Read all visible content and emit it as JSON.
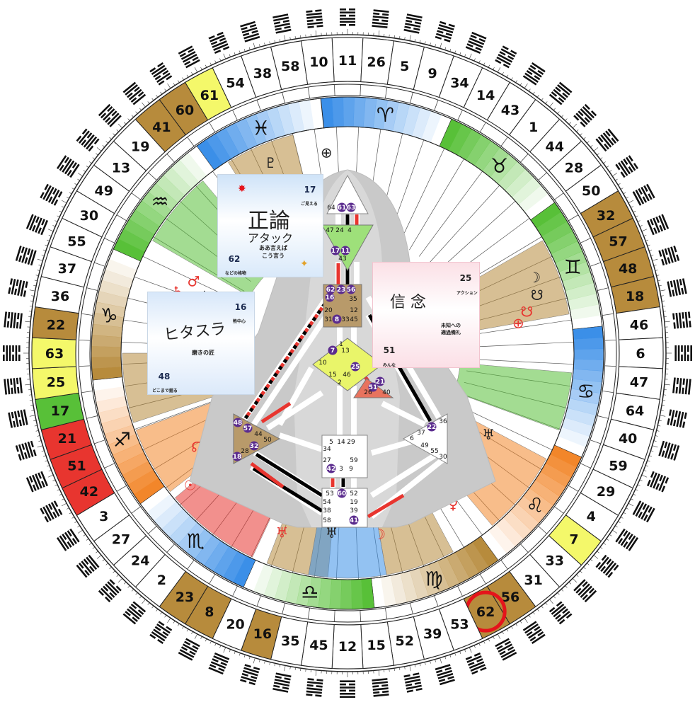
{
  "colors": {
    "tan": "#b78b3c",
    "tan_light": "#efe2c4",
    "green": "#58c038",
    "green_light": "#dff3c8",
    "blue": "#3b8fe8",
    "blue_light": "#d6e8fb",
    "orange": "#f2862a",
    "orange_light": "#fde2c5",
    "yellow": "#f4f86a",
    "red": "#e8352f",
    "salmon": "#e8735e",
    "highlight": "#e5141b",
    "purple": "#5b2c8e",
    "bodygraph": "#c9c9c9"
  },
  "outer_gates": [
    "11",
    "26",
    "5",
    "9",
    "34",
    "14",
    "43",
    "1",
    "44",
    "28",
    "50",
    "32",
    "57",
    "48",
    "18",
    "46",
    "6",
    "47",
    "64",
    "40",
    "59",
    "29",
    "4",
    "7",
    "33",
    "31",
    "56",
    "62",
    "53",
    "39",
    "52",
    "15",
    "12",
    "45",
    "35",
    "16",
    "20",
    "8",
    "23",
    "2",
    "24",
    "27",
    "3",
    "42",
    "51",
    "21",
    "17",
    "25",
    "63",
    "22",
    "36",
    "37",
    "55",
    "30",
    "49",
    "13",
    "19",
    "41",
    "60",
    "61",
    "54",
    "38",
    "58",
    "10"
  ],
  "gate_fill": {
    "32": "tan",
    "57": "tan",
    "48": "tan",
    "18": "tan",
    "7": "yellow",
    "56": "tan",
    "62": "tan",
    "16": "tan",
    "8": "tan",
    "23": "tan",
    "42": "red",
    "51": "red",
    "21": "red",
    "17": "green",
    "25": "yellow",
    "22": "tan",
    "63": "yellow",
    "41": "tan",
    "60": "tan",
    "61": "yellow"
  },
  "highlight_gate": "62",
  "zodiac": [
    {
      "glyph": "♈",
      "color": "blue"
    },
    {
      "glyph": "♉",
      "color": "green"
    },
    {
      "glyph": "♊",
      "color": "green"
    },
    {
      "glyph": "♋",
      "color": "blue"
    },
    {
      "glyph": "♌",
      "color": "orange"
    },
    {
      "glyph": "♍",
      "color": "tan"
    },
    {
      "glyph": "♎",
      "color": "green"
    },
    {
      "glyph": "♏",
      "color": "blue"
    },
    {
      "glyph": "♐",
      "color": "orange"
    },
    {
      "glyph": "♑",
      "color": "tan"
    },
    {
      "glyph": "♒",
      "color": "green"
    },
    {
      "glyph": "♓",
      "color": "blue"
    }
  ],
  "planet_glyphs": [
    {
      "glyph": "♇",
      "red": false
    },
    {
      "glyph": "♇",
      "red": true
    },
    {
      "glyph": "⊕",
      "red": false
    },
    {
      "glyph": "♂",
      "red": true
    },
    {
      "glyph": "♄",
      "red": true
    },
    {
      "glyph": "♄",
      "red": false
    },
    {
      "glyph": "♆",
      "red": false
    },
    {
      "glyph": "♆",
      "red": true
    },
    {
      "glyph": "♀",
      "red": true
    },
    {
      "glyph": "☊",
      "red": false
    },
    {
      "glyph": "☊",
      "red": true
    },
    {
      "glyph": "☉",
      "red": true
    },
    {
      "glyph": "☿",
      "red": true
    },
    {
      "glyph": "♅",
      "red": true
    },
    {
      "glyph": "♃",
      "red": true
    },
    {
      "glyph": "♂",
      "red": false
    },
    {
      "glyph": "♅",
      "red": false
    },
    {
      "glyph": "☽",
      "red": true
    },
    {
      "glyph": "♃",
      "red": false
    },
    {
      "glyph": "☉",
      "red": false
    },
    {
      "glyph": "♀",
      "red": true
    },
    {
      "glyph": "♅",
      "red": false
    },
    {
      "glyph": "⊕",
      "red": true
    },
    {
      "glyph": "☋",
      "red": true
    },
    {
      "glyph": "☋",
      "red": false
    },
    {
      "glyph": "☽",
      "red": false
    }
  ],
  "bodygraph": {
    "head": {
      "gates": [
        "64",
        "61",
        "63"
      ]
    },
    "ajna": {
      "gates": [
        "47",
        "24",
        "4",
        "17",
        "11",
        "43"
      ]
    },
    "throat": {
      "gates": [
        "62",
        "23",
        "56",
        "16",
        "35",
        "20",
        "12",
        "31",
        "8",
        "33",
        "45"
      ]
    },
    "g": {
      "gates": [
        "1",
        "7",
        "13",
        "10",
        "25",
        "15",
        "46",
        "2"
      ]
    },
    "heart": {
      "gates": [
        "21",
        "51",
        "26",
        "40"
      ]
    },
    "spleen": {
      "gates": [
        "48",
        "57",
        "44",
        "50",
        "32",
        "28",
        "18"
      ]
    },
    "sacral": {
      "gates": [
        "5",
        "14",
        "29",
        "34",
        "27",
        "59",
        "42",
        "3",
        "9"
      ]
    },
    "root": {
      "gates": [
        "53",
        "60",
        "52",
        "54",
        "19",
        "38",
        "39",
        "58",
        "41"
      ]
    },
    "solar": {
      "gates": [
        "36",
        "22",
        "37",
        "6",
        "49",
        "55",
        "30"
      ]
    }
  },
  "cards": [
    {
      "num": "17",
      "title": "正論",
      "subtitle": "アタック",
      "body": "ああ言えば\nこう言う",
      "tag_top": "ご見える",
      "badge": "62",
      "tag_bottom": "などの格物"
    },
    {
      "num": "16",
      "title": "ヒタスラ",
      "body": "磨きの匠",
      "tag_top": "熱中心",
      "badge": "48",
      "tag_bottom": "どこまで掘る"
    },
    {
      "num": "25",
      "title": "信 念",
      "body": "未知への\n適過備礼",
      "tag_top": "アクション",
      "badge": "51",
      "tag_bottom": "みんな"
    }
  ]
}
